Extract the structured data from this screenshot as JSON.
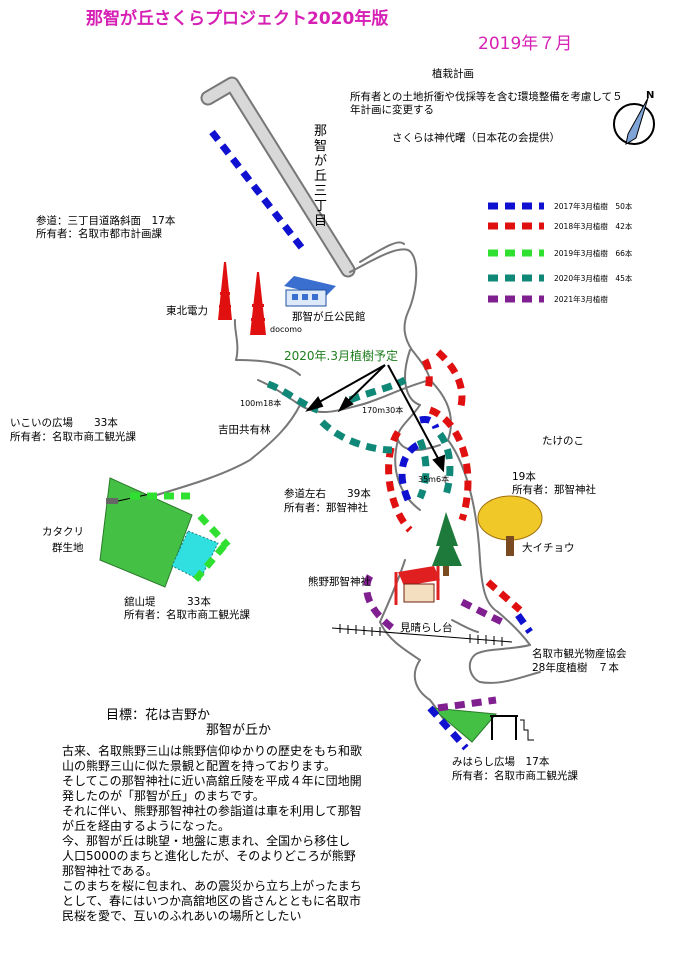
{
  "title": "那智が丘さくらプロジェクト2020年版",
  "date": "2019年７月",
  "plan": {
    "heading": "植栽計画",
    "body": "所有者との土地折衝や伐採等を含む環境整備を考慮して５年計画に変更する",
    "cherry": "さくらは神代曙（日本花の会提供）"
  },
  "legend": [
    {
      "label": "2017年3月植樹　50本",
      "color": "#1010d0"
    },
    {
      "label": "2018年3月植樹　42本",
      "color": "#e01010"
    },
    {
      "label": "2019年3月植樹　66本",
      "color": "#30e030"
    },
    {
      "label": "2020年3月植樹　45本",
      "color": "#108878"
    },
    {
      "label": "2021年3月植樹",
      "color": "#802090"
    }
  ],
  "labels": {
    "road_vertical": "那智が丘三丁目",
    "sando_top_1": "参道：三丁目道路斜面　17本",
    "sando_top_2": "所有者：名取市都市計画課",
    "tohoku": "東北電力",
    "docomo": "docomo",
    "hall": "那智が丘公民館",
    "plan2020": "2020年.3月植樹予定",
    "m100": "100m18本",
    "m170": "170m30本",
    "m35": "35m6本",
    "ikoi_1": "いこいの広場　　33本",
    "ikoi_2": "所有者：名取市商工観光課",
    "yoshida": "吉田共有林",
    "takenoko": "たけのこ",
    "jinja_1": "19本",
    "jinja_2": "所有者：那智神社",
    "sando_mid_1": "参道左右　　39本",
    "sando_mid_2": "所有者：那智神社",
    "katakuri_1": "カタクリ",
    "katakuri_2": "群生地",
    "icho": "大イチョウ",
    "kumano": "熊野那智神社",
    "tateyama_1": "舘山堤　　　33本",
    "tateyama_2": "所有者：名取市商工観光課",
    "miharashi_dai": "見晴らし台",
    "kyokai_1": "名取市観光物産協会",
    "kyokai_2": "28年度植樹　７本",
    "goal_1": "目標：花は吉野か",
    "goal_2": "那智が丘か",
    "miharashi_1": "みはらし広場　17本",
    "miharashi_2": "所有者：名取市商工観光課",
    "compass": "N"
  },
  "story": [
    "古来、名取熊野三山は熊野信仰ゆかりの歴史をもち和歌山の熊野三山に似た景観と配置を持っております。",
    "そしてこの那智神社に近い高舘丘陵を平成４年に団地開発したのが「那智が丘」のまちです。",
    "それに伴い、熊野那智神社の参詣道は車を利用して那智が丘を経由するようになった。",
    "今、那智が丘は眺望・地盤に恵まれ、全国から移住し人口5000のまちと進化したが、そのよりどころが熊野那智神社である。",
    "このまちを桜に包まれ、あの震災から立ち上がったまちとして、春にはいつか高舘地区の皆さんとともに名取市民桜を愛で、互いのふれあいの場所としたい"
  ]
}
